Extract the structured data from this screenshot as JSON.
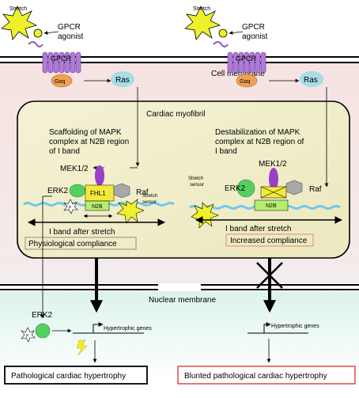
{
  "labels": {
    "stretch": "Stretch",
    "gpcr_agonist_line1": "GPCR",
    "gpcr_agonist_line2": "agonist",
    "gpcr": "GPCR",
    "galpha_q": "Gαq",
    "ras": "Ras",
    "cell_membrane": "Cell membrane",
    "cardiac_myofibril": "Cardiac myofibril",
    "nuclear_membrane": "Nuclear membrane",
    "stretch_sensor_line1": "Stretch",
    "stretch_sensor_line2": "sensor",
    "mek": "MEK1/2",
    "erk2": "ERK2",
    "raf": "Raf",
    "fhl1": "FHL1",
    "n2b": "N2B",
    "phospho": "P",
    "i_band_after_stretch": "I band after stretch",
    "hypertrophic_genes": "Hypertrophic genes"
  },
  "left_panel": {
    "title_line1": "Scaffolding of MAPK",
    "title_line2": "complex at N2B region",
    "title_line3": "of I band",
    "compliance": "Physiological compliance",
    "outcome": "Pathological cardiac hypertrophy"
  },
  "right_panel": {
    "title_line1": "Destabilization of MAPK",
    "title_line2": "complex at N2B region of",
    "title_line3": "I band",
    "compliance": "Increased compliance",
    "outcome": "Blunted pathological cardiac hypertrophy"
  },
  "colors": {
    "gpcr": "#b07cd8",
    "galpha_q": "#f0a050",
    "ras": "#a8dce8",
    "mek": "#9a3fc8",
    "erk2": "#55d060",
    "raf": "#a8a8a8",
    "fhl1": "#f2ea3a",
    "n2b": "#b8ee70",
    "stretch_burst": "#eef02a",
    "titin": "#6fc8e8",
    "outcome_right_border": "#d84040",
    "compliance_right_border": "#e07060"
  }
}
